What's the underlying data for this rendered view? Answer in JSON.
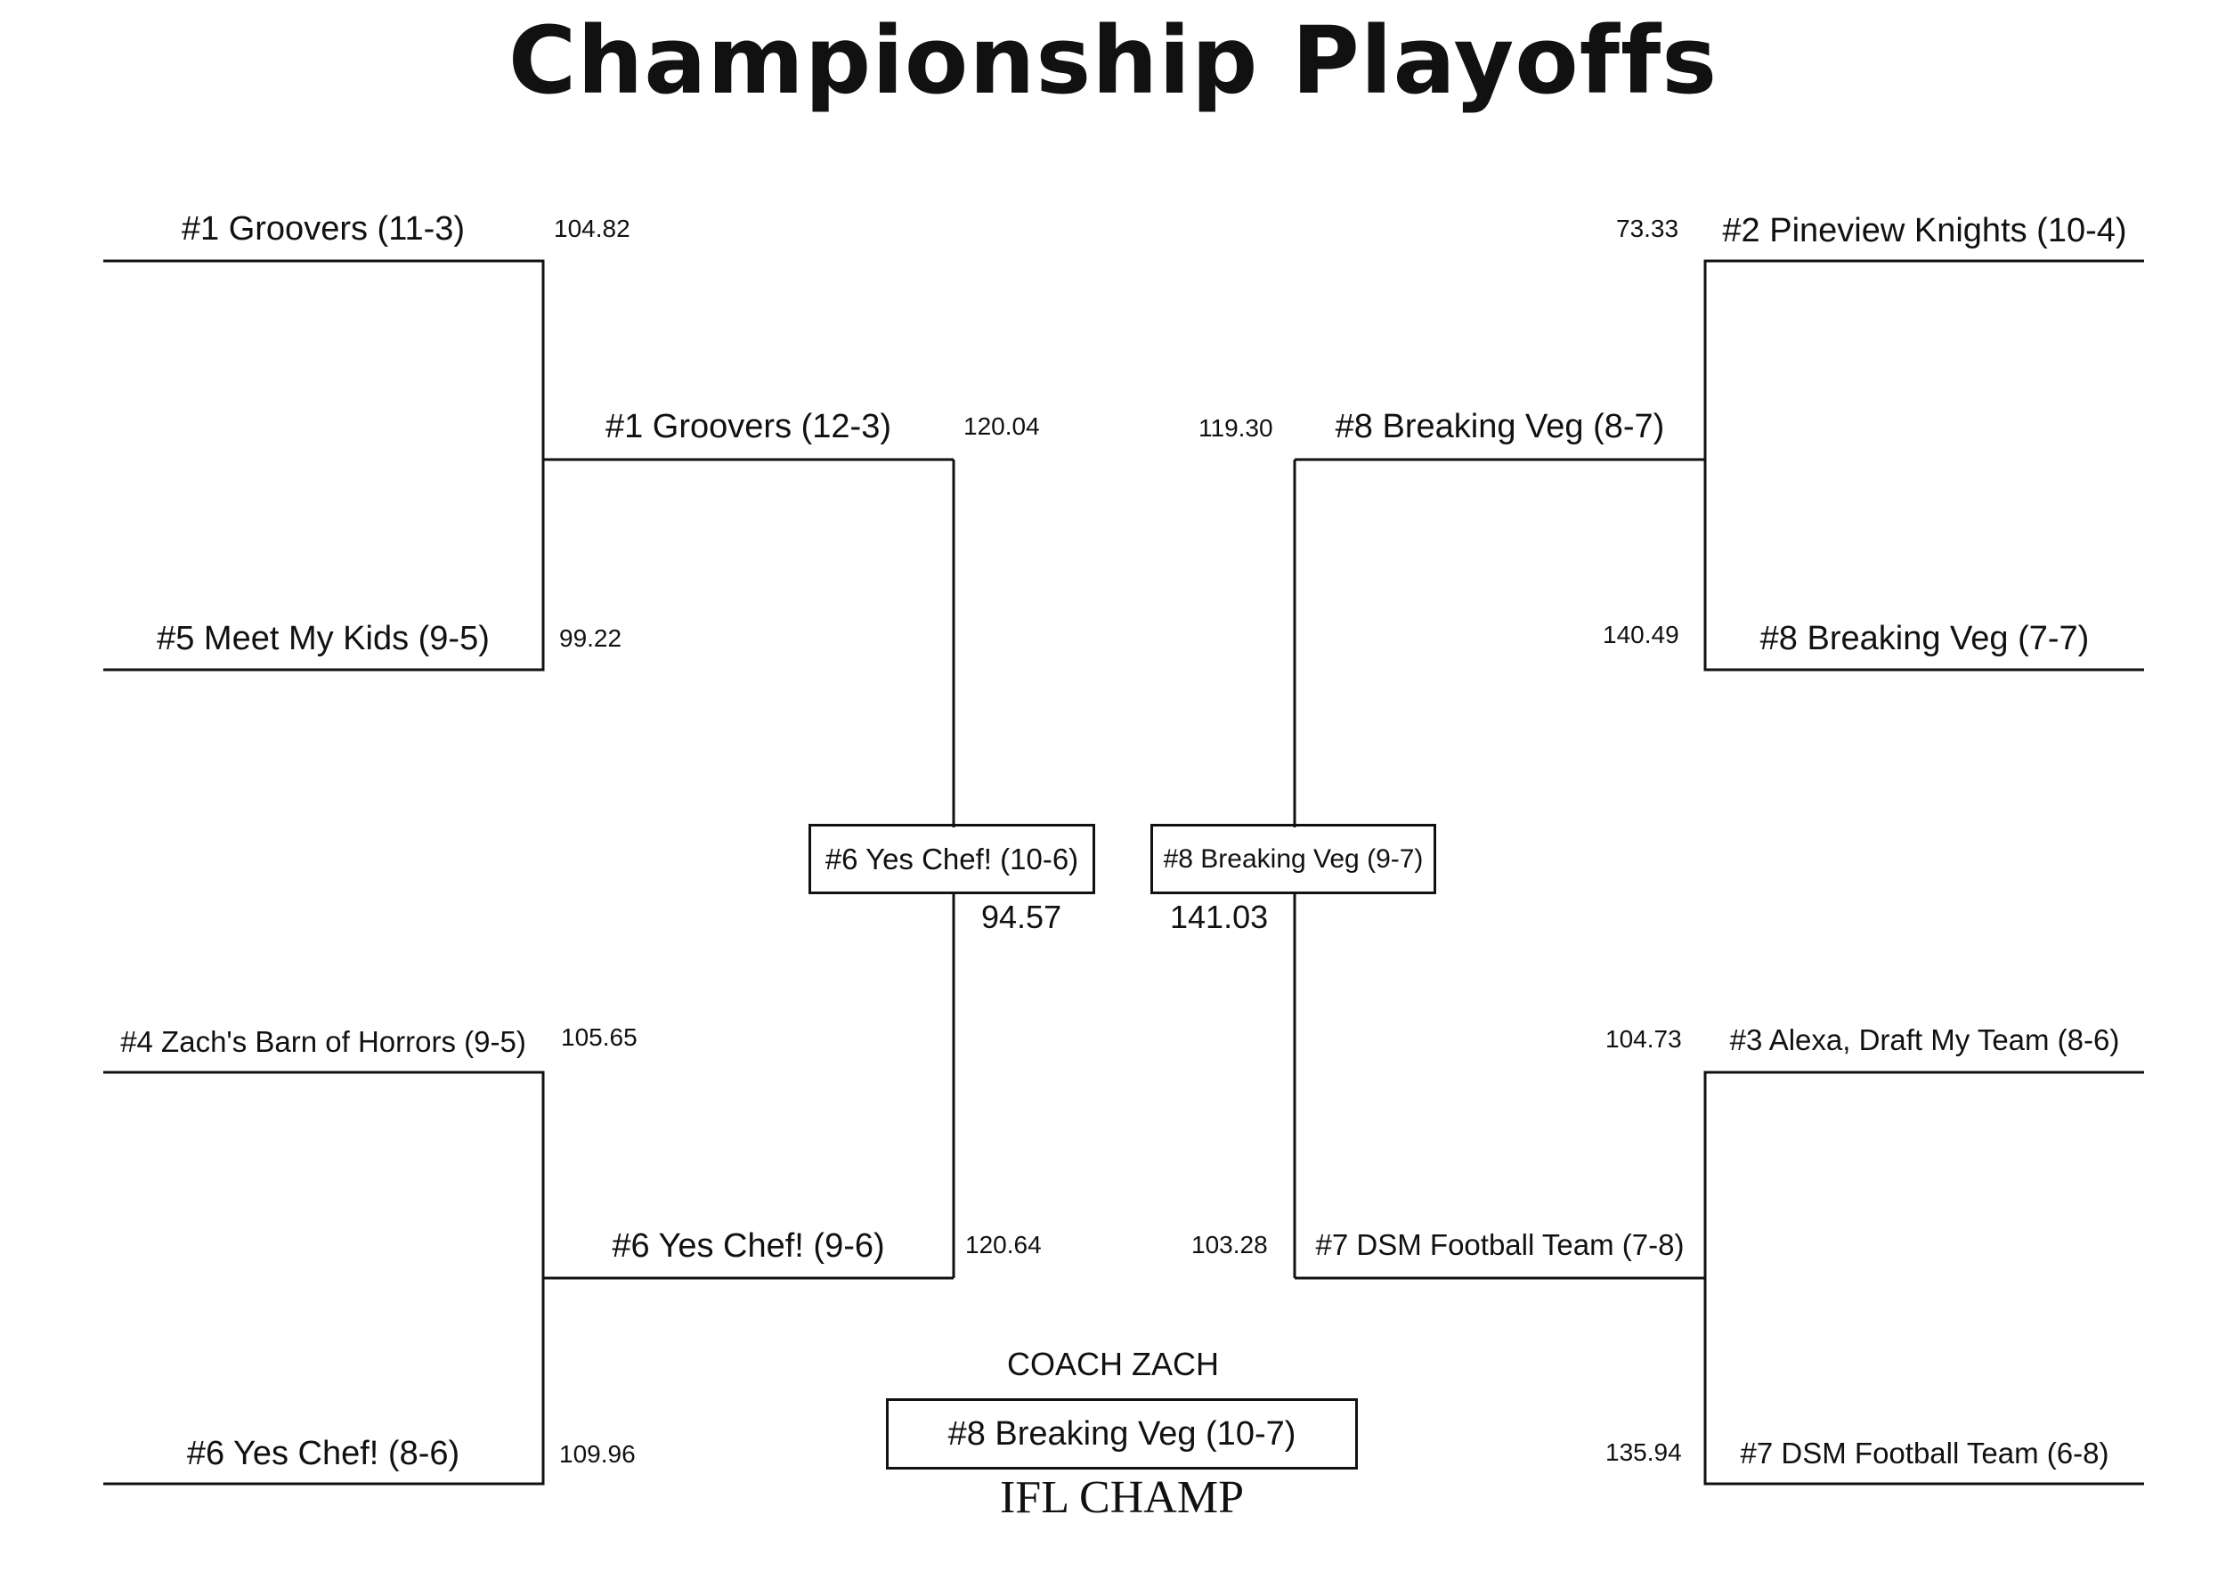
{
  "title": "Championship Playoffs",
  "left": {
    "r1": [
      {
        "team": "#1 Groovers (11-3)",
        "score": "104.82"
      },
      {
        "team": "#5 Meet My Kids (9-5)",
        "score": "99.22"
      },
      {
        "team": "#4 Zach's Barn of Horrors (9-5)",
        "score": "105.65"
      },
      {
        "team": "#6 Yes Chef! (8-6)",
        "score": "109.96"
      }
    ],
    "r2": [
      {
        "team": "#1 Groovers (12-3)",
        "score": "120.04"
      },
      {
        "team": "#6 Yes Chef! (9-6)",
        "score": "120.64"
      }
    ],
    "final": {
      "team": "#6 Yes Chef! (10-6)",
      "score": "94.57"
    }
  },
  "right": {
    "r1": [
      {
        "team": "#2 Pineview Knights (10-4)",
        "score": "73.33"
      },
      {
        "team": "#8 Breaking Veg (7-7)",
        "score": "140.49"
      },
      {
        "team": "#3 Alexa, Draft My Team (8-6)",
        "score": "104.73"
      },
      {
        "team": "#7 DSM Football Team (6-8)",
        "score": "135.94"
      }
    ],
    "r2": [
      {
        "team": "#8 Breaking Veg (8-7)",
        "score": "119.30"
      },
      {
        "team": "#7 DSM Football Team (7-8)",
        "score": "103.28"
      }
    ],
    "final": {
      "team": "#8 Breaking Veg (9-7)",
      "score": "141.03"
    }
  },
  "champion": {
    "coach": "COACH ZACH",
    "team": "#8 Breaking Veg (10-7)",
    "label": "IFL CHAMP"
  }
}
